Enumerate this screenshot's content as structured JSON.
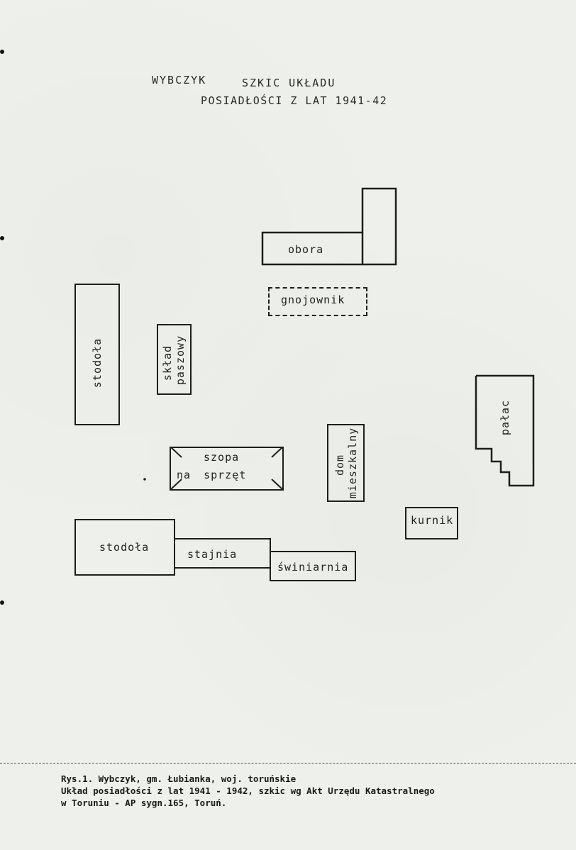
{
  "title": {
    "line1_a": "WYBCZYK",
    "line1_b": "SZKIC UKŁADU",
    "line2": "POSIADŁOŚCI Z LAT 1941-42"
  },
  "buildings": {
    "obora": "obora",
    "gnojownik": "gnojownik",
    "stodola_1": "stodoła",
    "sklad_1": "skład",
    "sklad_2": "paszowy",
    "palac": "pałac",
    "szopa_1": "szopa",
    "szopa_2": "na sprzęt",
    "dom_1": "dom",
    "dom_2": "mieszkalny",
    "kurnik": "kurnik",
    "stodola_2": "stodoła",
    "stajnia": "stajnia",
    "swiniarnia": "świniarnia"
  },
  "caption": {
    "line1": "Rys.1. Wybczyk, gm. Łubianka, woj. toruńskie",
    "line2": "Układ posiadłości z lat 1941 - 1942, szkic wg Akt Urzędu Katastralnego",
    "line3": "w Toruniu - AP sygn.165, Toruń."
  }
}
